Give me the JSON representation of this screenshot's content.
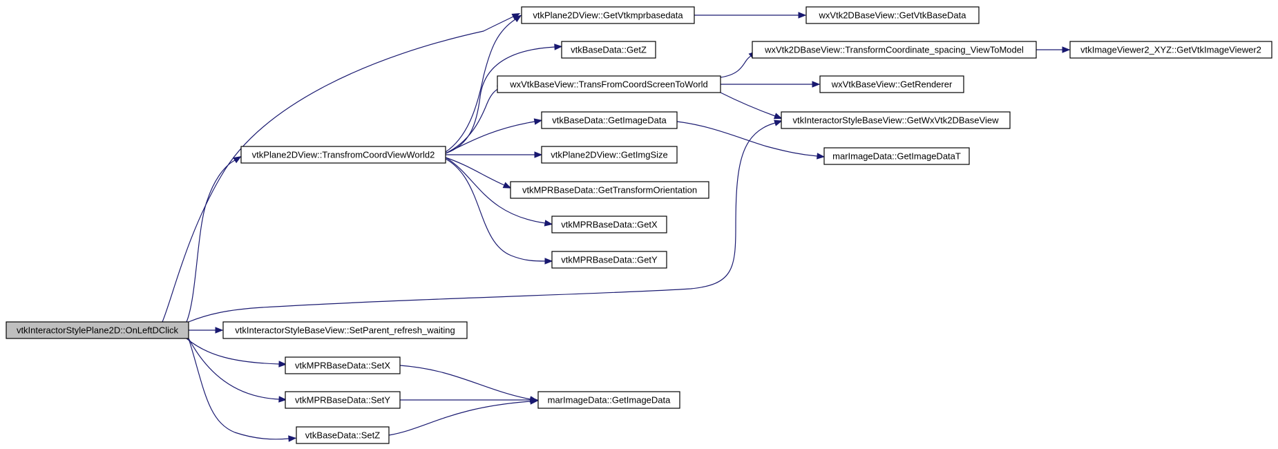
{
  "diagram": {
    "nodes": [
      {
        "id": "n_on_left_dclick",
        "label": "vtkInteractorStylePlane2D::OnLeftDClick",
        "root": true
      },
      {
        "id": "n_get_vtkmprbasedata",
        "label": "vtkPlane2DView::GetVtkmprbasedata"
      },
      {
        "id": "n_get_vtkbasedata",
        "label": "wxVtk2DBaseView::GetVtkBaseData"
      },
      {
        "id": "n_get_z",
        "label": "vtkBaseData::GetZ"
      },
      {
        "id": "n_transform_spacing",
        "label": "wxVtk2DBaseView::TransformCoordinate_spacing_ViewToModel"
      },
      {
        "id": "n_get_vtkimageviewer",
        "label": "vtkImageViewer2_XYZ::GetVtkImageViewer2"
      },
      {
        "id": "n_transfrom_screen",
        "label": "wxVtkBaseView::TransFromCoordScreenToWorld"
      },
      {
        "id": "n_get_renderer",
        "label": "wxVtkBaseView::GetRenderer"
      },
      {
        "id": "n_get_imagedata",
        "label": "vtkBaseData::GetImageData"
      },
      {
        "id": "n_get_wxvtk2dbaseview",
        "label": "vtkInteractorStyleBaseView::GetWxVtk2DBaseView"
      },
      {
        "id": "n_transfrom_world2",
        "label": "vtkPlane2DView::TransfromCoordViewWorld2"
      },
      {
        "id": "n_get_imgsize",
        "label": "vtkPlane2DView::GetImgSize"
      },
      {
        "id": "n_get_imagedata_t",
        "label": "marImageData::GetImageDataT"
      },
      {
        "id": "n_get_transform_orientation",
        "label": "vtkMPRBaseData::GetTransformOrientation"
      },
      {
        "id": "n_get_x",
        "label": "vtkMPRBaseData::GetX"
      },
      {
        "id": "n_get_y",
        "label": "vtkMPRBaseData::GetY"
      },
      {
        "id": "n_set_parent_refresh",
        "label": "vtkInteractorStyleBaseView::SetParent_refresh_waiting"
      },
      {
        "id": "n_set_x",
        "label": "vtkMPRBaseData::SetX"
      },
      {
        "id": "n_set_y",
        "label": "vtkMPRBaseData::SetY"
      },
      {
        "id": "n_set_z",
        "label": "vtkBaseData::SetZ"
      },
      {
        "id": "n_mar_get_imagedata",
        "label": "marImageData::GetImageData"
      }
    ],
    "edges": [
      {
        "from": "n_on_left_dclick",
        "to": "n_get_vtkmprbasedata"
      },
      {
        "from": "n_on_left_dclick",
        "to": "n_transfrom_world2"
      },
      {
        "from": "n_on_left_dclick",
        "to": "n_get_wxvtk2dbaseview"
      },
      {
        "from": "n_on_left_dclick",
        "to": "n_set_parent_refresh"
      },
      {
        "from": "n_on_left_dclick",
        "to": "n_set_x"
      },
      {
        "from": "n_on_left_dclick",
        "to": "n_set_y"
      },
      {
        "from": "n_on_left_dclick",
        "to": "n_set_z"
      },
      {
        "from": "n_get_vtkmprbasedata",
        "to": "n_get_vtkbasedata"
      },
      {
        "from": "n_transfrom_world2",
        "to": "n_get_vtkmprbasedata"
      },
      {
        "from": "n_transfrom_world2",
        "to": "n_get_z"
      },
      {
        "from": "n_transfrom_world2",
        "to": "n_transfrom_screen"
      },
      {
        "from": "n_transfrom_world2",
        "to": "n_get_imagedata"
      },
      {
        "from": "n_transfrom_world2",
        "to": "n_get_imgsize"
      },
      {
        "from": "n_transfrom_world2",
        "to": "n_get_transform_orientation"
      },
      {
        "from": "n_transfrom_world2",
        "to": "n_get_x"
      },
      {
        "from": "n_transfrom_world2",
        "to": "n_get_y"
      },
      {
        "from": "n_transfrom_screen",
        "to": "n_transform_spacing"
      },
      {
        "from": "n_transfrom_screen",
        "to": "n_get_renderer"
      },
      {
        "from": "n_transfrom_screen",
        "to": "n_get_wxvtk2dbaseview"
      },
      {
        "from": "n_transform_spacing",
        "to": "n_get_vtkimageviewer"
      },
      {
        "from": "n_get_imagedata",
        "to": "n_get_imagedata_t"
      },
      {
        "from": "n_set_x",
        "to": "n_mar_get_imagedata"
      },
      {
        "from": "n_set_y",
        "to": "n_mar_get_imagedata"
      },
      {
        "from": "n_set_z",
        "to": "n_mar_get_imagedata"
      }
    ]
  }
}
